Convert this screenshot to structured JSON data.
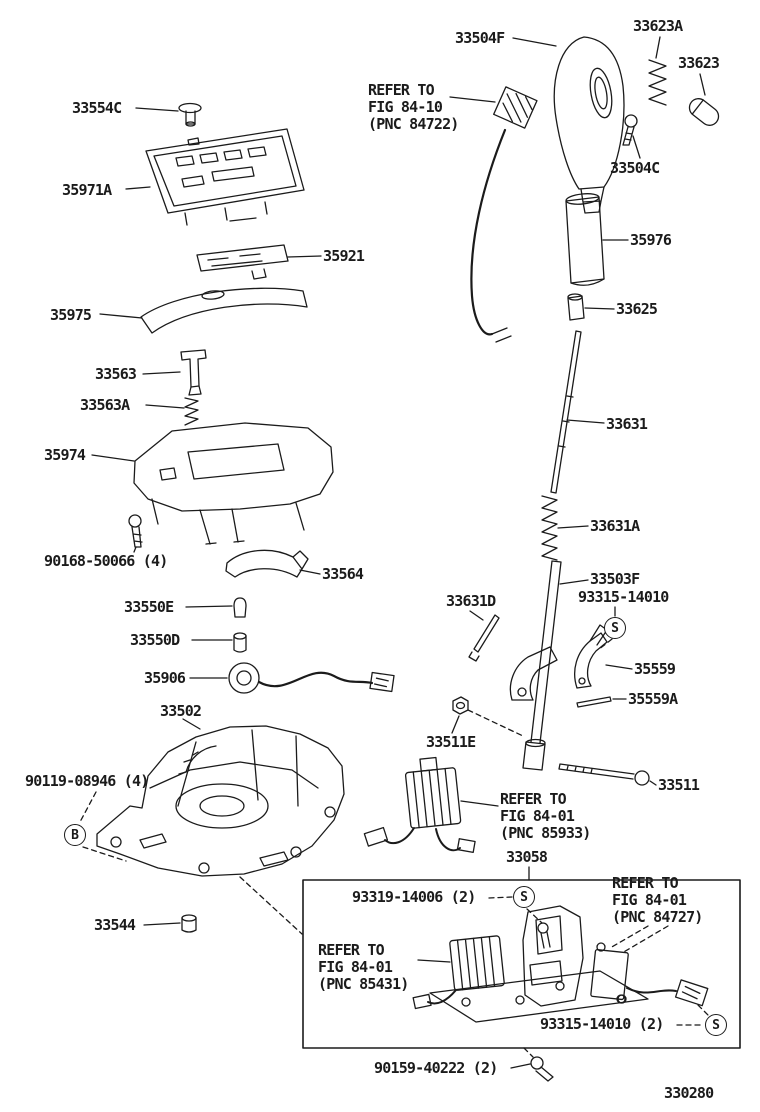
{
  "diagram": {
    "title": "Shift lever and retainer exploded parts diagram",
    "drawing_number": "330280",
    "line_color": "#1b1b1b",
    "background": "#ffffff"
  },
  "symbols": {
    "s": "S",
    "b": "B"
  },
  "labels": [
    {
      "text": "33504F"
    },
    {
      "text": "33623A"
    },
    {
      "text": "33623"
    },
    {
      "text": "33554C"
    },
    {
      "text": "REFER TO\nFIG 84-10\n(PNC 84722)"
    },
    {
      "text": "33504C"
    },
    {
      "text": "35971A"
    },
    {
      "text": "35976"
    },
    {
      "text": "35921"
    },
    {
      "text": "33625"
    },
    {
      "text": "35975"
    },
    {
      "text": "33563"
    },
    {
      "text": "33563A"
    },
    {
      "text": "33631"
    },
    {
      "text": "35974"
    },
    {
      "text": "33631A"
    },
    {
      "text": "90168-50066 (4)"
    },
    {
      "text": "33564"
    },
    {
      "text": "33503F"
    },
    {
      "text": "93315-14010"
    },
    {
      "text": "33631D"
    },
    {
      "text": "33550E"
    },
    {
      "text": "33550D"
    },
    {
      "text": "35559"
    },
    {
      "text": "35906"
    },
    {
      "text": "35559A"
    },
    {
      "text": "33502"
    },
    {
      "text": "33511E"
    },
    {
      "text": "90119-08946 (4)"
    },
    {
      "text": "33511"
    },
    {
      "text": "REFER TO\nFIG 84-01\n(PNC 85933)"
    },
    {
      "text": "33058"
    },
    {
      "text": "93319-14006 (2)"
    },
    {
      "text": "REFER TO\nFIG 84-01\n(PNC 84727)"
    },
    {
      "text": "33544"
    },
    {
      "text": "REFER TO\nFIG 84-01\n(PNC 85431)"
    },
    {
      "text": "93315-14010 (2)"
    },
    {
      "text": "90159-40222 (2)"
    },
    {
      "text": "330280"
    }
  ]
}
